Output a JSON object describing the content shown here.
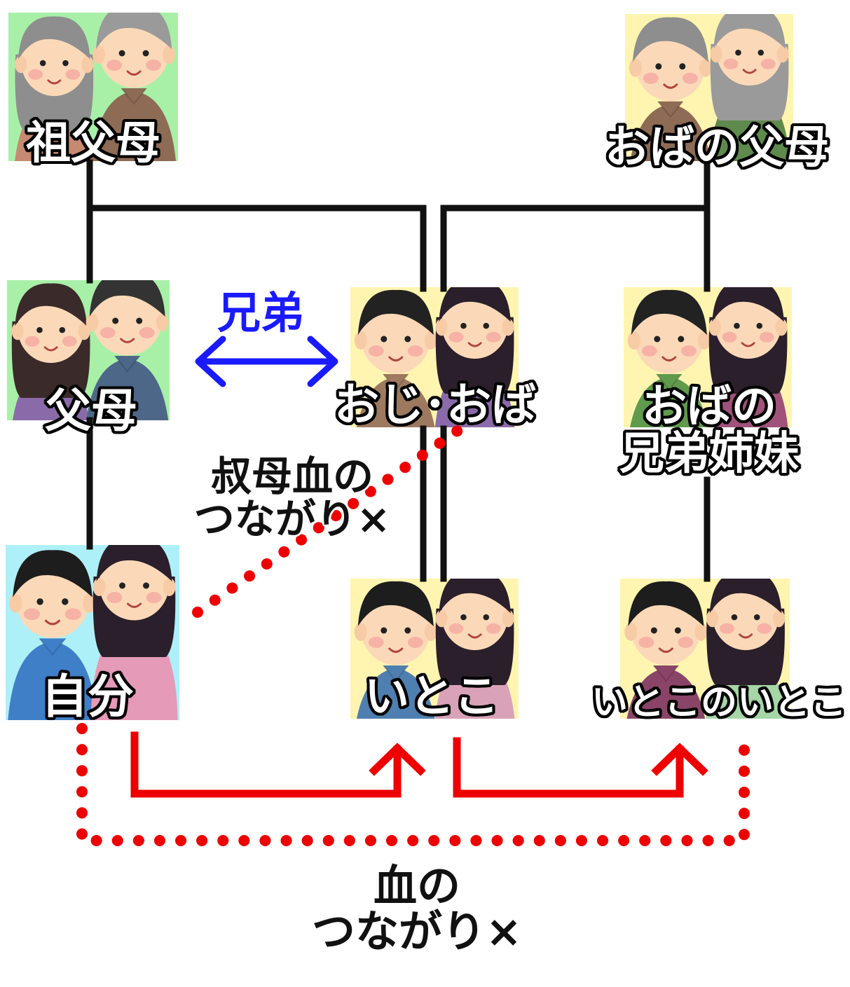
{
  "nodes": {
    "grandparents": {
      "label": "祖父母",
      "bg": "#a8f0a8"
    },
    "aunt_parents": {
      "label": "おばの父母",
      "bg": "#fff5b0"
    },
    "parents": {
      "label": "父母",
      "bg": "#a8f0a8"
    },
    "uncle_aunt": {
      "label": "おじ･おば",
      "bg": "#fff5b0"
    },
    "aunt_siblings": {
      "line1": "おばの",
      "line2": "兄弟姉妹",
      "bg": "#fff5b0"
    },
    "self": {
      "label": "自分",
      "bg": "#aef0f8"
    },
    "cousin": {
      "label": "いとこ",
      "bg": "#fff5b0"
    },
    "cousin_of_cousin": {
      "label": "いとこのいとこ",
      "bg": "#fff5b0"
    }
  },
  "annotations": {
    "siblings": "兄弟",
    "aunt_blood_line1": "叔母血の",
    "aunt_blood_line2": "つながり×",
    "blood_line1": "血の",
    "blood_line2": "つながり×"
  },
  "colors": {
    "tree_line": "#111111",
    "sibling_arrow": "#1a1aff",
    "red": "#ee0000"
  }
}
